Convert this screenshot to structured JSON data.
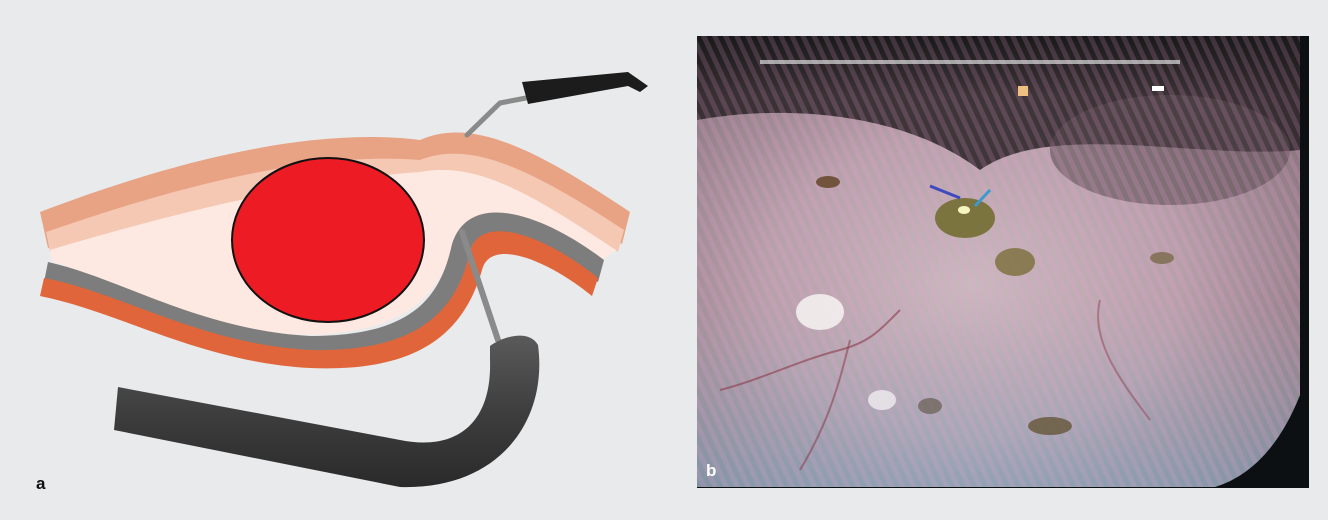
{
  "panels": [
    {
      "label": "a"
    },
    {
      "label": "b"
    }
  ],
  "colors": {
    "background": "#e8eaeb",
    "lesion": "#ed1c24",
    "mucosa_outer": "#e8a284",
    "mucosa_inner": "#f5c8b3",
    "submucosa": "#fde9e1",
    "muscle_gray": "#7d7d7d",
    "serosa_orange": "#e0653a",
    "endoscope": "#4a4a4a",
    "instrument": "#1c1c1c",
    "photo_frame": "#0d1012"
  },
  "icons": [
    "lesion-circle",
    "endoscope-tube",
    "grasping-instrument",
    "endoscopic-photo"
  ]
}
